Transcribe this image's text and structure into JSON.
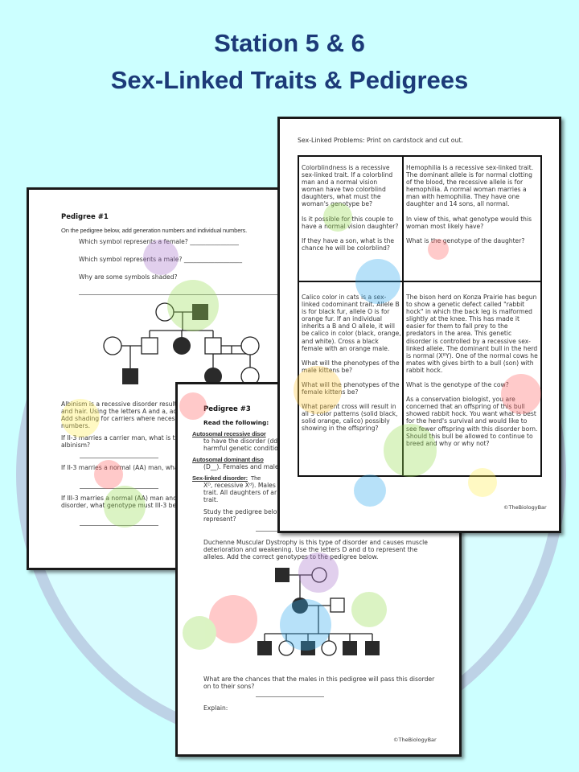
{
  "header": {
    "line1": "Station 5 & 6",
    "line2": "Sex-Linked Traits & Pedigrees"
  },
  "colors": {
    "background": "#ccffff",
    "title": "#1c3a78",
    "watermark_ring": "#b8c0dc"
  },
  "pedigree1": {
    "title": "Pedigree #1",
    "instruction": "On the pedigree below, add generation numbers and individual numbers.",
    "q_female": "Which symbol represents a female? ________________",
    "q_male": "Which symbol represents a male? ___________________",
    "q_shaded": "Why are some symbols shaded?",
    "albinism": [
      "Albinism is a recessive disorder resulti",
      "and hair.  Using the letters A and a, ad",
      "Add shading for carriers where necess",
      "numbers."
    ],
    "q1": [
      "If II-3 marries a carrier man, what is t",
      "albinism?"
    ],
    "q2": "If II-3 marries a normal (AA) man, wha",
    "q3": [
      "If III-3 marries a normal (AA) man and",
      "disorder, what genotype must III-3 be?"
    ]
  },
  "sexlinked": {
    "heading": "Sex-Linked Problems: Print on cardstock and cut out.",
    "cells": [
      [
        "Colorblindness is a recessive sex-linked trait.  If a colorblind man  and a normal vision woman have two colorblind daughters, what must the woman's genotype be?",
        "Is it possible for this couple to have a normal vision daughter?",
        "If they have a son, what is the chance he will be colorblind?"
      ],
      [
        "Hemophilia is a recessive sex-linked trait. The dominant allele is for normal clotting of the blood, the recessive allele is for hemophilia. A normal woman marries a man with hemophilia. They have one daughter and 14 sons, all normal.",
        "In view of this, what genotype would this woman most likely have?",
        "What is the genotype of the daughter?"
      ],
      [
        "Calico color in cats is a sex-linked codominant trait. Allele B is for black fur, allele O is for orange fur.  If an individual inherits a B and O allele, it will be calico in color (black, orange, and white).  Cross a black female with an orange male.",
        "What will the phenotypes of the male kittens be?",
        "What will the phenotypes of the female kittens be?",
        "What parent cross will result in all 3 color patterns (solid black, solid orange, calico) possibly showing in the offspring?"
      ],
      [
        "The bison herd on Konza Prairie has begun to show a genetic defect called \"rabbit hock\" in which the back leg is malformed slightly at the knee. This has made it easier for them to fall prey to the predators in the area.  This genetic disorder is controlled by a recessive sex-linked allele. The dominant bull in the herd is normal (XᴮY).  One of the normal cows he mates with gives birth to a bull (son) with rabbit hock.",
        "What is the genotype of the cow?",
        "As a conservation biologist, you are concerned that an offspring of this bull showed rabbit hock. You want what is best for the herd's survival and would like to see fewer offspring with this disorder born.  Should this bull be allowed to continue to breed and why or why not?"
      ]
    ],
    "footer": "©TheBiologyBar"
  },
  "pedigree3": {
    "title": "Pedigree #3",
    "read": "Read the following:",
    "ar_label": "Autosomal recessive disor",
    "ar_lines": [
      "to have the disorder (dd).",
      "harmful genetic conditio"
    ],
    "ad_label": "Autosomal dominant diso",
    "ad_lines": [
      "(D__). Females and males"
    ],
    "sl_label": "Sex-linked disorder:",
    "sl_rest": "  The",
    "sl_lines": [
      "Xᴰ, recessive Xᵈ).  Males a",
      "trait.  All daughters of ar",
      "trait."
    ],
    "study": [
      "Study the pedigree below",
      "represent?"
    ],
    "duchenne": [
      "Duchenne Muscular Dystrophy is this type of disorder and causes muscle",
      "deterioration and weakening.  Use the letters D and d to represent the",
      "alleles.  Add the correct genotypes to the pedigree below."
    ],
    "chances": [
      "What are the chances that the males in this pedigree will pass this disorder",
      "on to their sons?"
    ],
    "explain": "Explain:",
    "footer": "©TheBiologyBar"
  }
}
